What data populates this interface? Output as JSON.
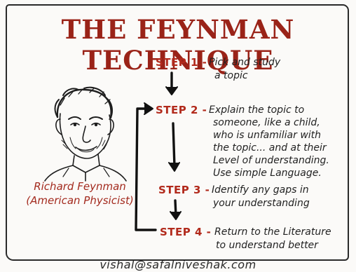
{
  "title": "THE FEYNMAN TECHNIQUE",
  "portrait": {
    "name_line1": "Richard Feynman",
    "name_line2": "(American Physicist)"
  },
  "steps": [
    {
      "label": "STEP 1 -",
      "lines": [
        "Pick and study",
        "a topic"
      ]
    },
    {
      "label": "STEP 2 -",
      "lines": [
        "Explain the topic to",
        "someone, like a child,",
        "who is unfamiliar with",
        "the topic... and at their",
        "Level of understanding.",
        "Use simple Language."
      ]
    },
    {
      "label": "STEP 3 -",
      "lines": [
        "Identify any gaps in",
        "your understanding"
      ]
    },
    {
      "label": "STEP 4 -",
      "lines": [
        "Return to the Literature",
        "to understand better"
      ]
    }
  ],
  "footer": "vishal@safalniveshak.com",
  "colors": {
    "title": "#9a2318",
    "step_label": "#b22a1c",
    "ink": "#222222"
  }
}
